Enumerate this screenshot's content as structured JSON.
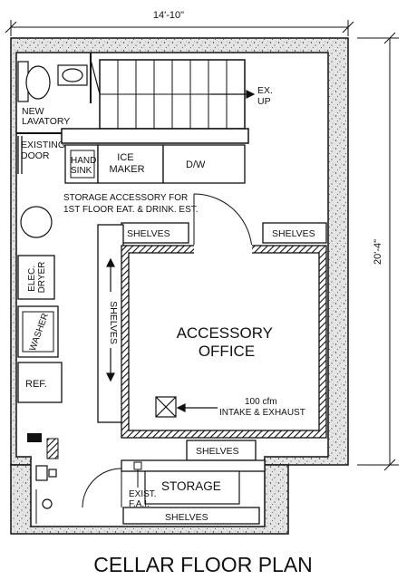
{
  "title": "CELLAR FLOOR PLAN",
  "dimensions": {
    "width": "14'-10\"",
    "depth": "20'-4\""
  },
  "labels": {
    "new_lavatory": [
      "NEW",
      "LAVATORY"
    ],
    "existing_door": [
      "EXISTING",
      "DOOR"
    ],
    "hand_sink": [
      "HAND",
      "SINK"
    ],
    "ice_maker": [
      "ICE",
      "MAKER"
    ],
    "dw": "D/W",
    "stair": [
      "EX.",
      "UP"
    ],
    "storage_accessory": [
      "STORAGE ACCESSORY FOR",
      "1ST FLOOR EAT. & DRINK. EST."
    ],
    "shelves": "SHELVES",
    "elec_dryer": [
      "ELEC.",
      "DRYER"
    ],
    "washer": "WASHER",
    "ref": "REF.",
    "office": [
      "ACCESSORY",
      "OFFICE"
    ],
    "intake": [
      "100 cfm",
      "INTAKE & EXHAUST"
    ],
    "storage": "STORAGE",
    "exist_fai": [
      "EXIST.",
      "F.A.I."
    ]
  }
}
